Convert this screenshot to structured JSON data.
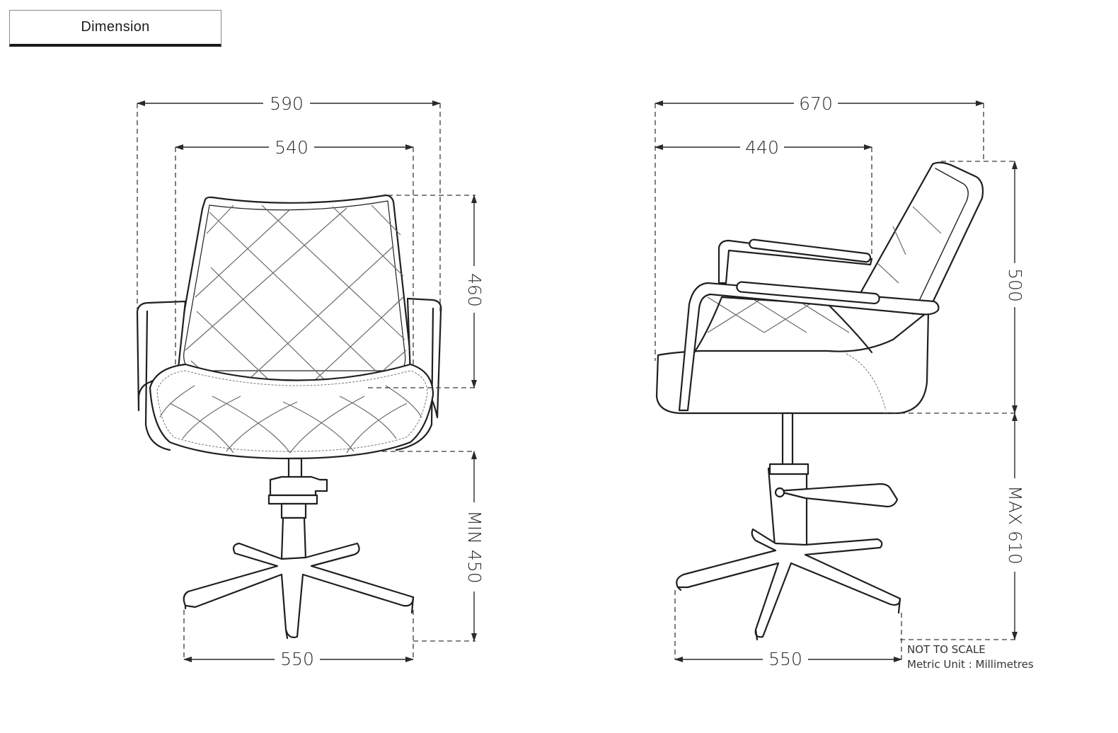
{
  "header": {
    "tab_label": "Dimension"
  },
  "front_view": {
    "overall_width": "590",
    "seat_width": "540",
    "back_height": "460",
    "min_seat_height": "MIN 450",
    "base_width": "550"
  },
  "side_view": {
    "overall_depth": "670",
    "seat_depth": "440",
    "back_height": "500",
    "max_seat_height": "MAX 610",
    "base_width": "550"
  },
  "notes": {
    "scale": "NOT TO SCALE",
    "unit": "Metric Unit : Millimetres"
  }
}
